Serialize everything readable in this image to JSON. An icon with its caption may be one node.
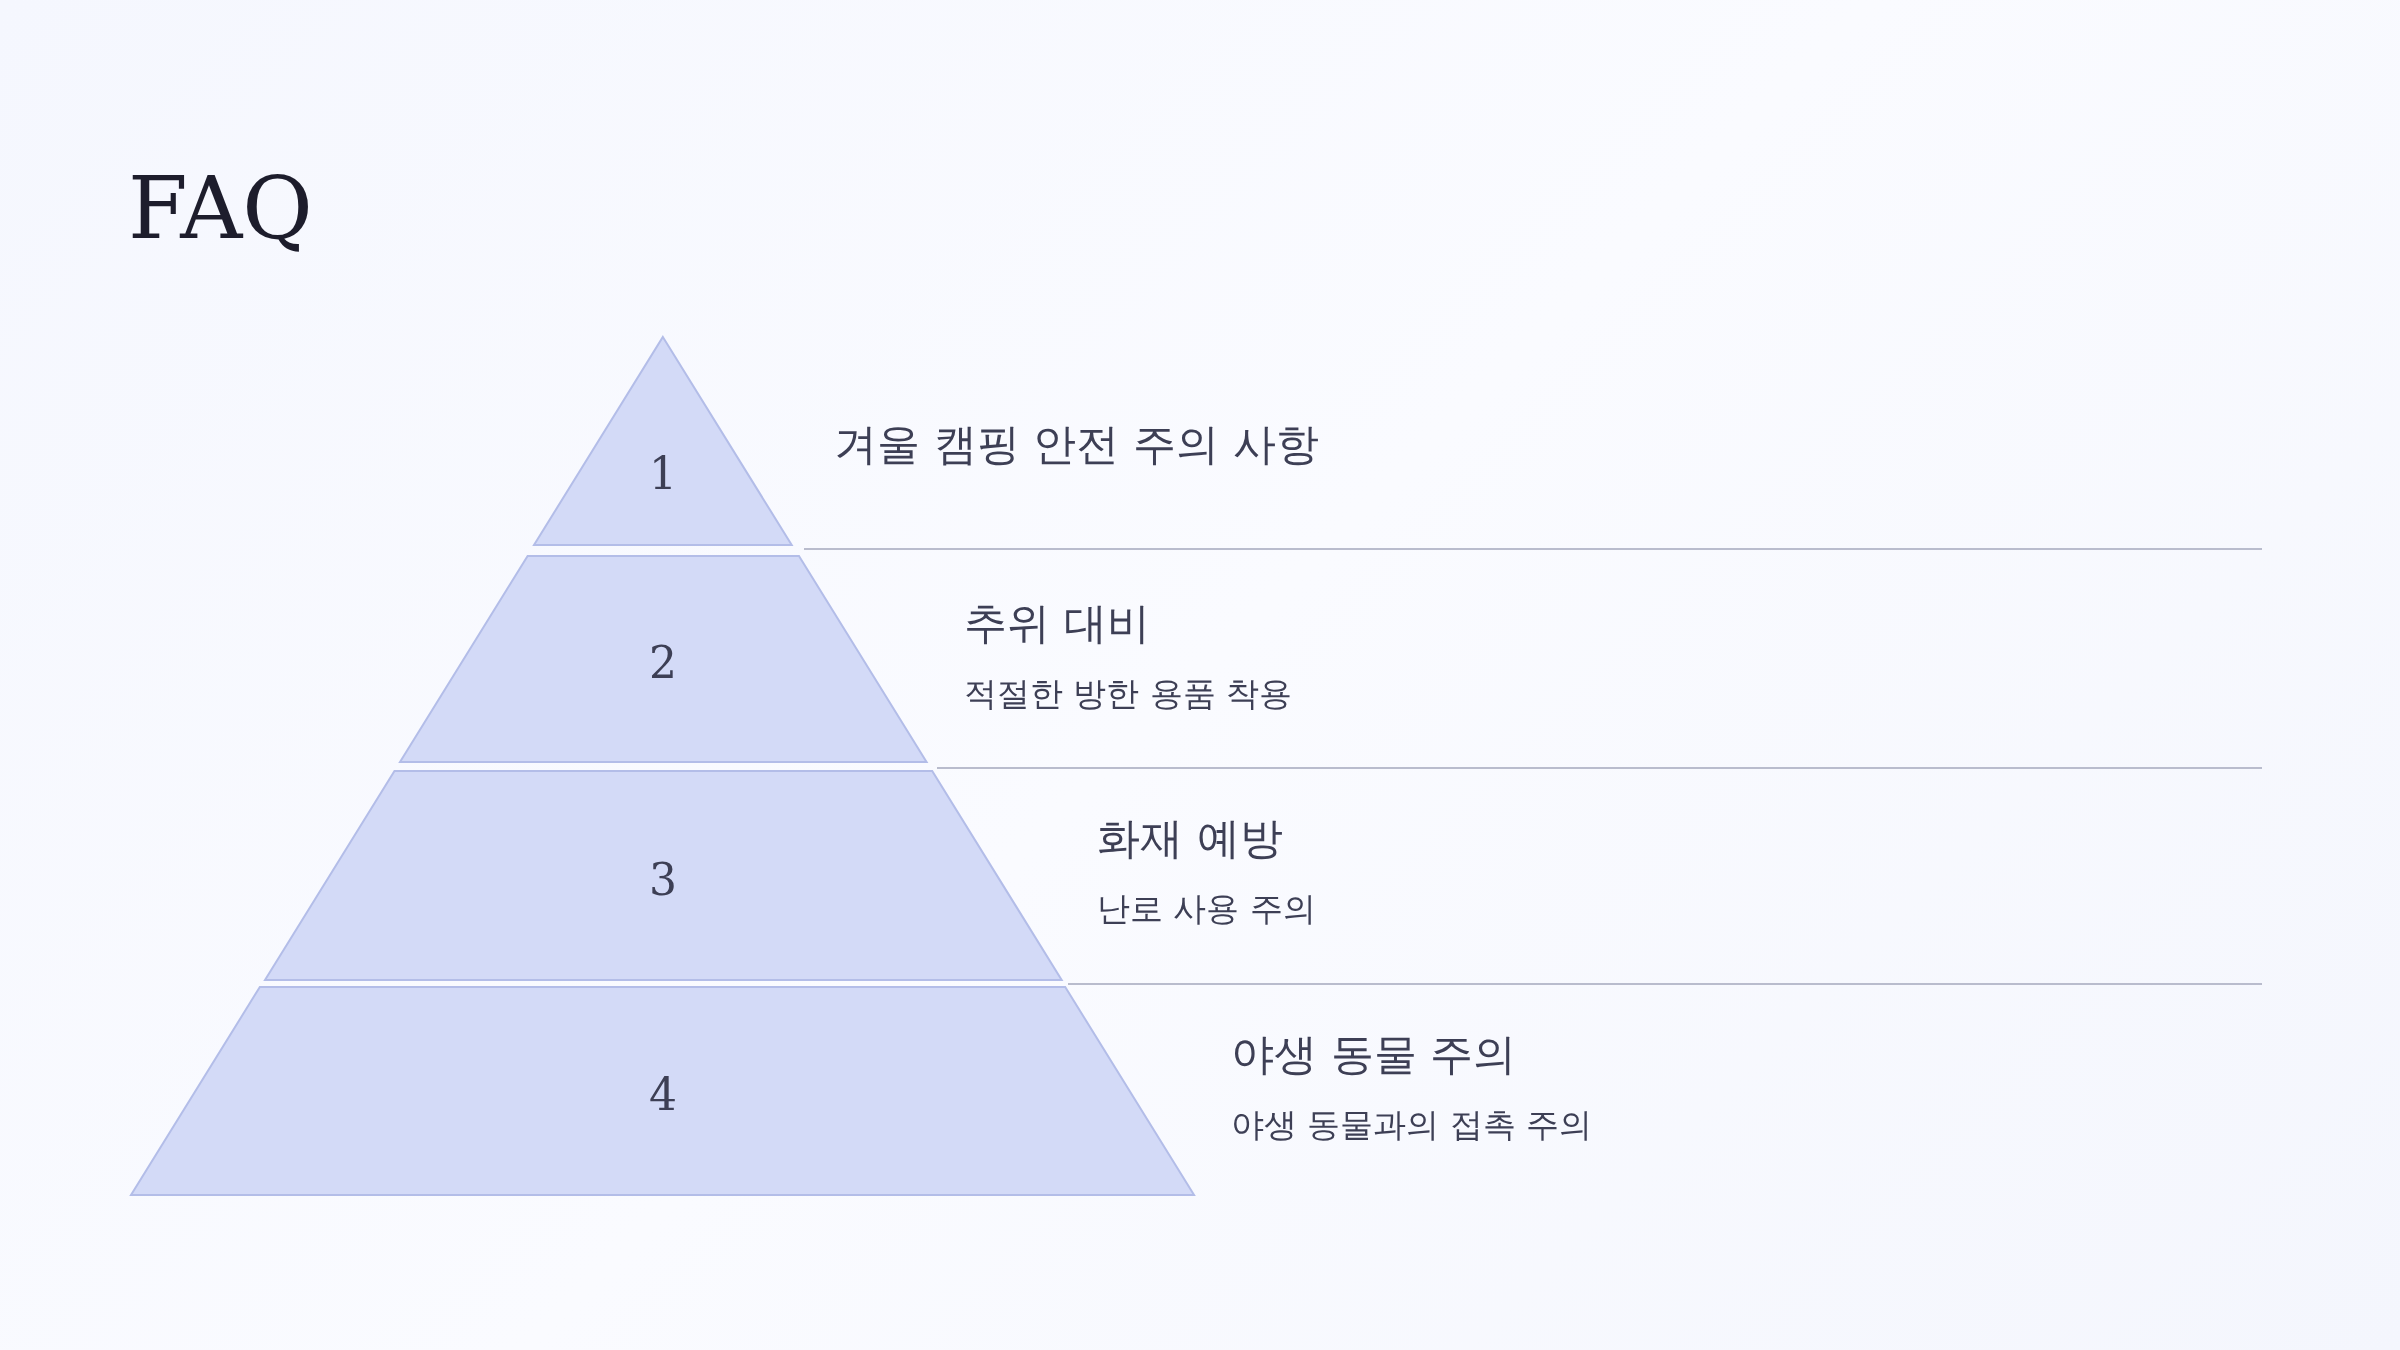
{
  "diagram": {
    "title": "FAQ",
    "nodes": [
      {
        "text": [
          "1"
        ],
        "beside": [
          "겨울 캠핑 안전 주의 사항"
        ]
      },
      {
        "text": [
          "2"
        ],
        "beside": [
          "추위 대비",
          "적절한 방한 용품 착용"
        ]
      },
      {
        "text": [
          "3"
        ],
        "beside": [
          "화재 예방",
          "난로 사용 주의"
        ]
      },
      {
        "text": [
          "4"
        ],
        "beside": [
          "야생 동물 주의",
          "야생 동물과의 접촉 주의"
        ]
      }
    ],
    "edges": []
  }
}
